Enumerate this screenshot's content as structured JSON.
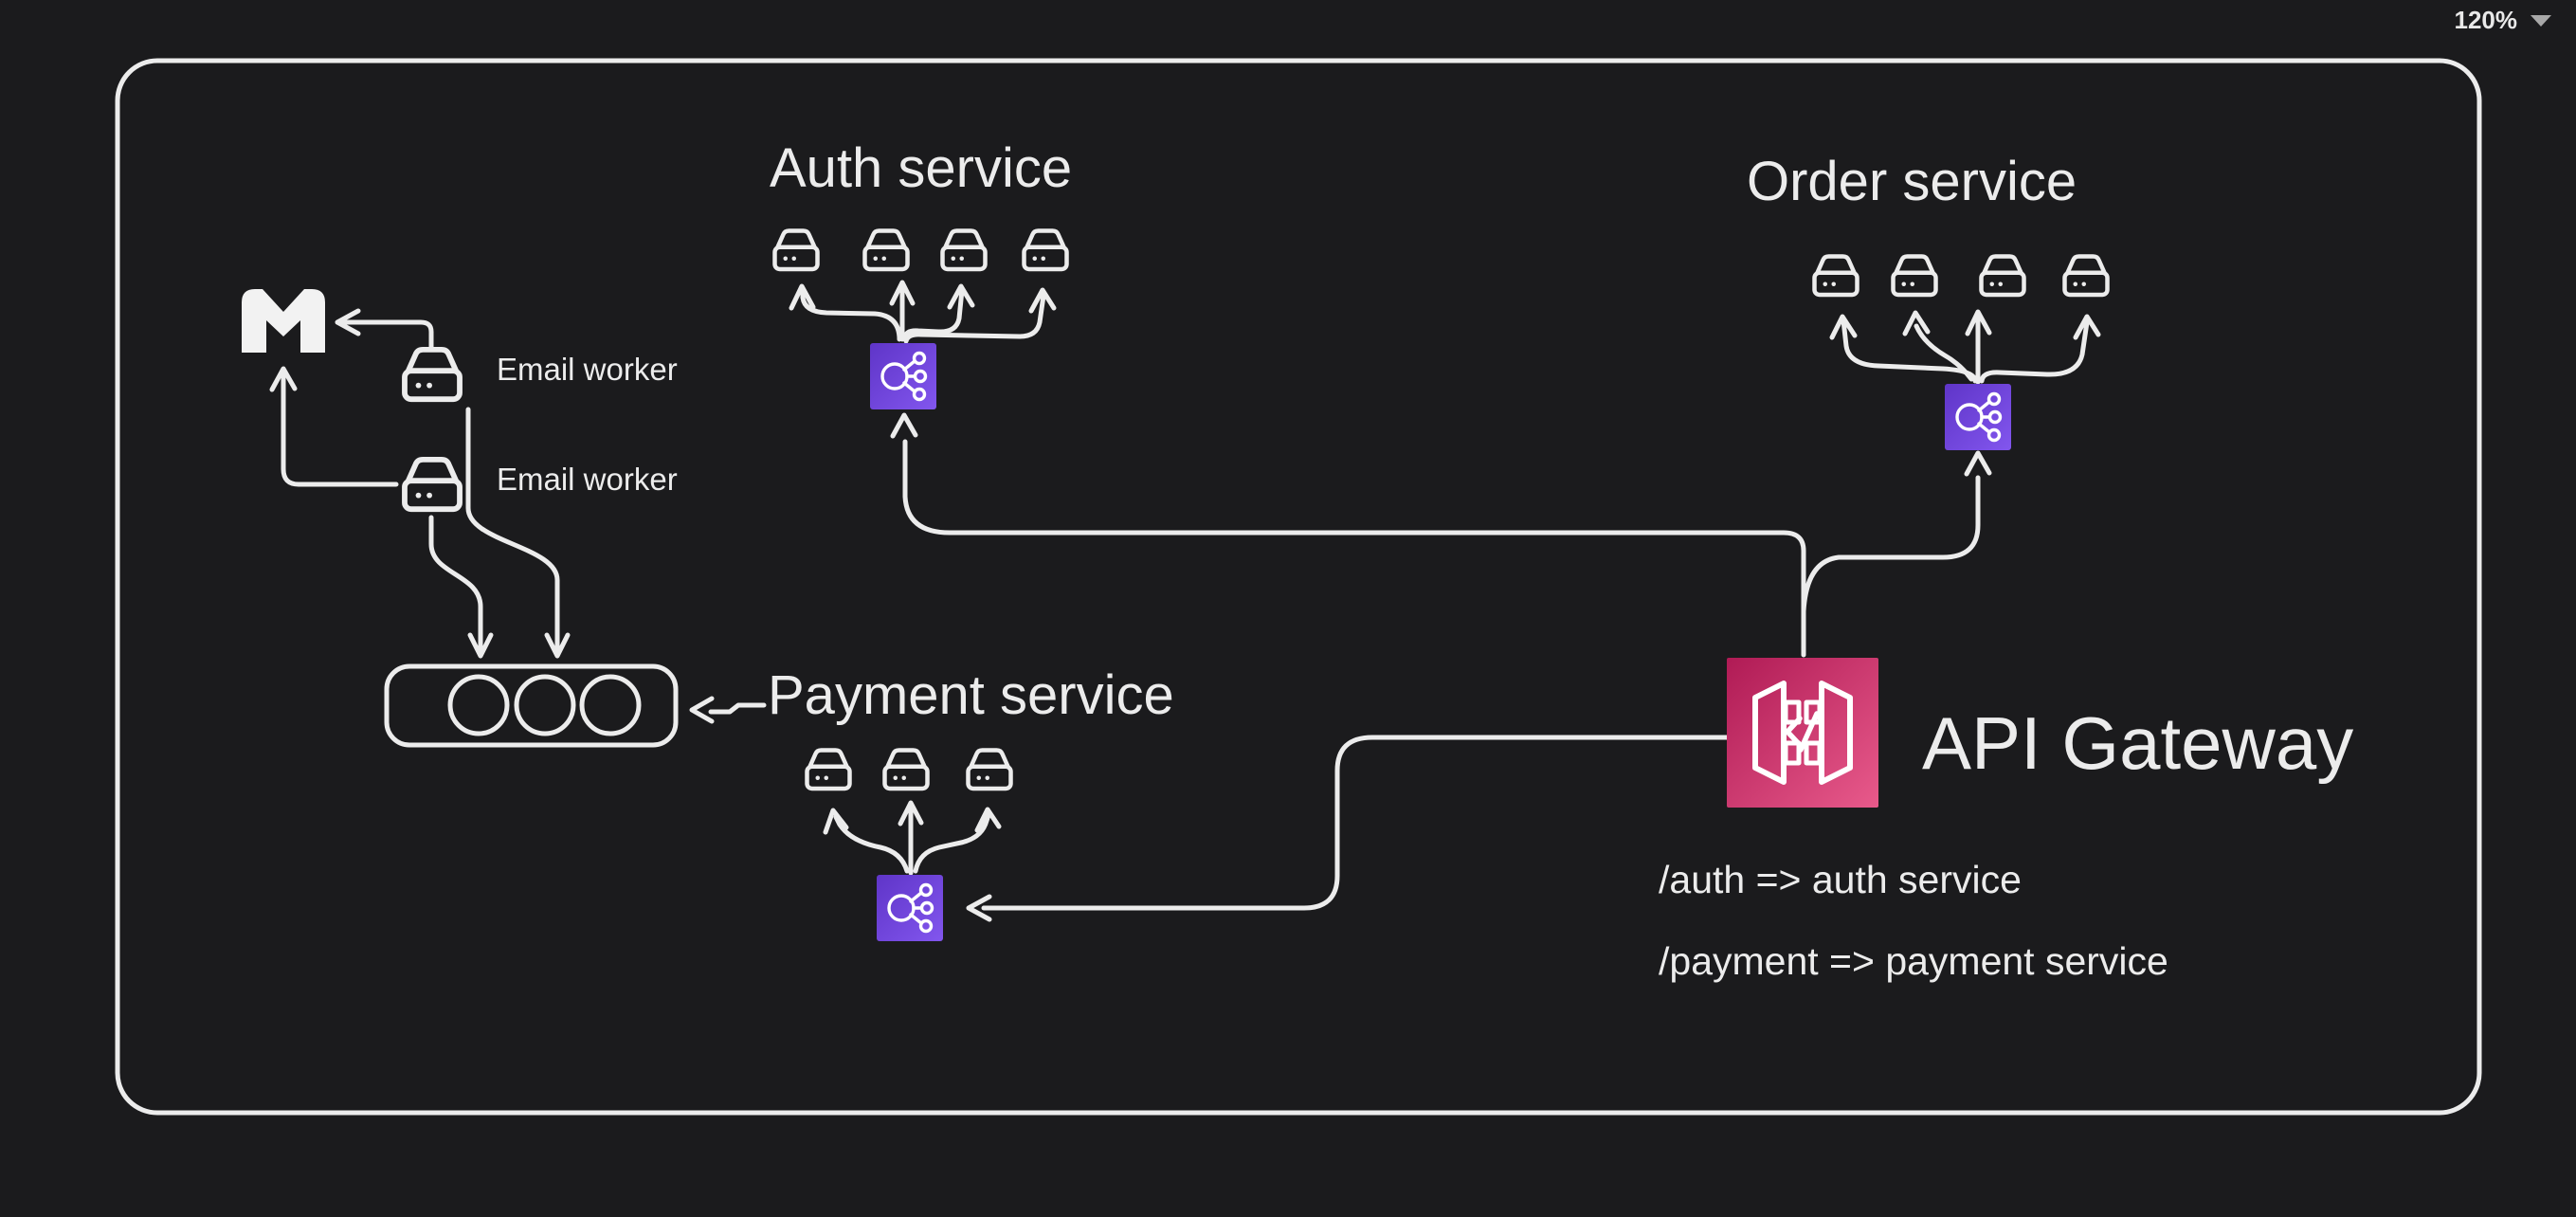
{
  "app": {
    "zoom": {
      "level": "120%",
      "dropdown_icon": "chevron-down-icon"
    }
  },
  "canvas": {
    "frame": "rounded-rectangle-border",
    "colors": {
      "background": "#1b1b1d",
      "stroke": "#ececec",
      "load_balancer_gradient": [
        "#5f35c8",
        "#8256ee"
      ],
      "api_gateway_gradient": [
        "#b01b55",
        "#e85a8b"
      ]
    }
  },
  "diagram": {
    "auth_service": {
      "title": "Auth service",
      "servers": 4,
      "load_balancer": "load-balancer-icon"
    },
    "order_service": {
      "title": "Order service",
      "servers": 4,
      "load_balancer": "load-balancer-icon"
    },
    "payment_service": {
      "title": "Payment service",
      "servers": 3,
      "load_balancer": "load-balancer-icon"
    },
    "email_workers": [
      {
        "label": "Email worker"
      },
      {
        "label": "Email worker"
      }
    ],
    "gmail": {
      "icon": "gmail-m-icon"
    },
    "queue": {
      "icon": "queue-icon",
      "slots": 3
    },
    "api_gateway": {
      "title": "API Gateway",
      "icon": "api-gateway-icon",
      "routes": [
        {
          "label": "/auth => auth service"
        },
        {
          "label": "/payment => payment service"
        }
      ]
    }
  }
}
